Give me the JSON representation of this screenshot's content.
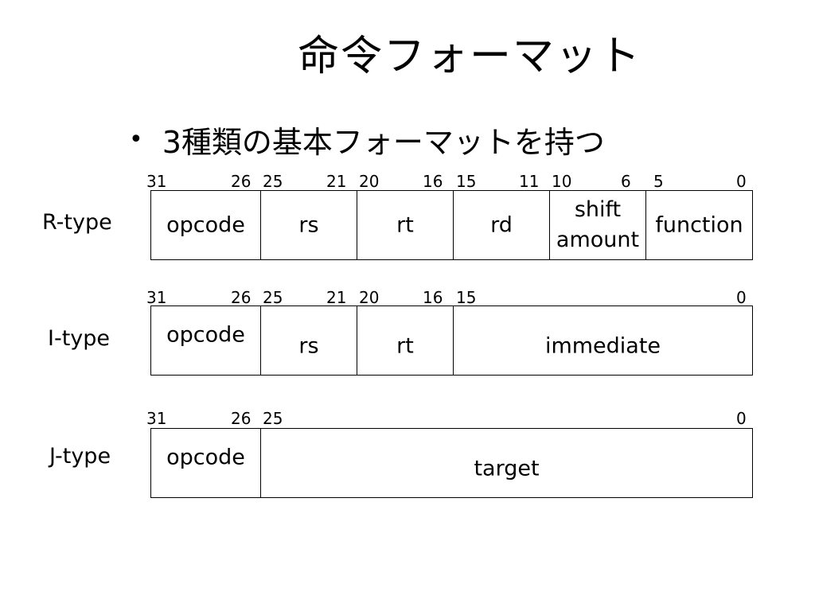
{
  "title": "命令フォーマット",
  "bullet": "3種類の基本フォーマットを持つ",
  "r_type": {
    "label": "R-type",
    "bits": [
      "31",
      "26",
      "25",
      "21",
      "20",
      "16",
      "15",
      "11",
      "10",
      "6",
      "5",
      "0"
    ],
    "fields": {
      "opcode": "opcode",
      "rs": "rs",
      "rt": "rt",
      "rd": "rd",
      "shift_line1": "shift",
      "shift_line2": "amount",
      "function": "function"
    }
  },
  "i_type": {
    "label": "I-type",
    "bits": [
      "31",
      "26",
      "25",
      "21",
      "20",
      "16",
      "15",
      "0"
    ],
    "fields": {
      "opcode": "opcode",
      "rs": "rs",
      "rt": "rt",
      "immediate": "immediate"
    }
  },
  "j_type": {
    "label": "J-type",
    "bits": [
      "31",
      "26",
      "25",
      "0"
    ],
    "fields": {
      "opcode": "opcode",
      "target": "target"
    }
  }
}
